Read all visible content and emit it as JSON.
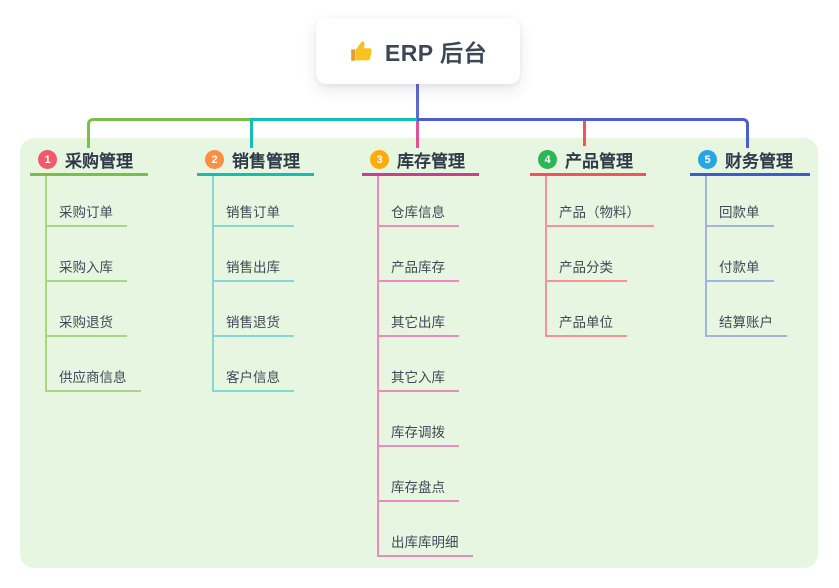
{
  "root": {
    "icon": "thumbs-up-icon",
    "title": "ERP 后台"
  },
  "panel": {
    "background": "#e7f6e0"
  },
  "connector_colors": {
    "root": "#5b6bd3",
    "green": "#7ac143",
    "teal": "#14bdb8",
    "blue": "#4b5ecb",
    "pink": "#e0519a",
    "red": "#f4525f"
  },
  "branches": [
    {
      "number": "1",
      "title": "采购管理",
      "badge_color": "#f5576c",
      "line_color": "#7ac143",
      "child_line_color": "#aad584",
      "children": [
        "采购订单",
        "采购入库",
        "采购退货",
        "供应商信息"
      ]
    },
    {
      "number": "2",
      "title": "销售管理",
      "badge_color": "#fd8f44",
      "line_color": "#14bdb8",
      "child_line_color": "#82d9d4",
      "children": [
        "销售订单",
        "销售出库",
        "销售退货",
        "客户信息"
      ]
    },
    {
      "number": "3",
      "title": "库存管理",
      "badge_color": "#ffac07",
      "line_color": "#c93c9c",
      "child_line_color": "#ef8ac0",
      "children": [
        "仓库信息",
        "产品库存",
        "其它出库",
        "其它入库",
        "库存调拨",
        "库存盘点",
        "出库库明细"
      ]
    },
    {
      "number": "4",
      "title": "产品管理",
      "badge_color": "#2eb554",
      "line_color": "#f4525f",
      "child_line_color": "#f7929b",
      "children": [
        "产品（物料）",
        "产品分类",
        "产品单位"
      ]
    },
    {
      "number": "5",
      "title": "财务管理",
      "badge_color": "#27a6e1",
      "line_color": "#4059cb",
      "child_line_color": "#9fb3e4",
      "children": [
        "回款单",
        "付款单",
        "结算账户"
      ]
    }
  ]
}
